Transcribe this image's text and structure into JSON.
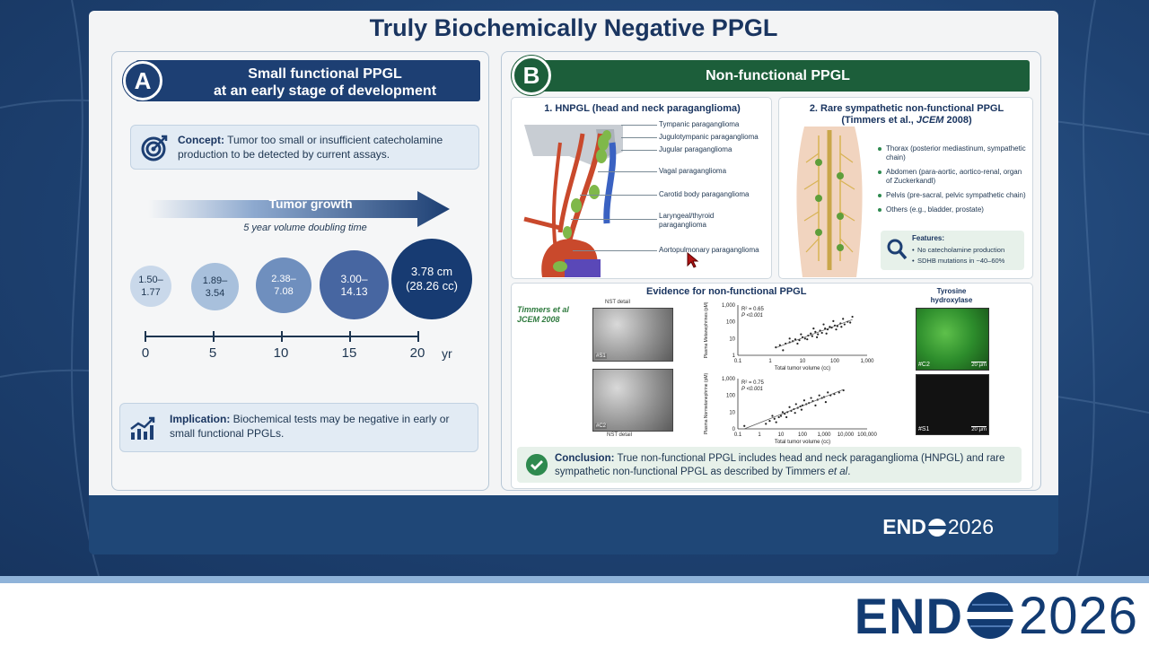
{
  "slide": {
    "title": "Truly Biochemically Negative PPGL",
    "logo_endo": "END",
    "logo_year": "2026"
  },
  "panel_a": {
    "letter": "A",
    "header_line1": "Small functional PPGL",
    "header_line2": "at an early stage of development",
    "concept_label": "Concept:",
    "concept_text": " Tumor too small or insufficient catecholamine production to be detected by current assays.",
    "growth_label": "Tumor growth",
    "doubling_label": "5 year volume doubling time",
    "bubbles": [
      {
        "line1": "1.50–",
        "line2": "1.77"
      },
      {
        "line1": "1.89–",
        "line2": "3.54"
      },
      {
        "line1": "2.38–",
        "line2": "7.08"
      },
      {
        "line1": "3.00–",
        "line2": "14.13"
      },
      {
        "line1": "3.78 cm",
        "line2": "(28.26 cc)"
      }
    ],
    "axis_ticks": [
      "0",
      "5",
      "10",
      "15",
      "20"
    ],
    "axis_unit": "yr",
    "implication_label": "Implication:",
    "implication_text": " Biochemical tests may be negative in early or small functional PPGLs."
  },
  "panel_b": {
    "letter": "B",
    "header": "Non-functional PPGL",
    "hnpgl": {
      "title": "1. HNPGL (head and neck paraganglioma)",
      "labels": [
        "Tympanic paraganglioma",
        "Jugulotympanic paraganglioma",
        "Jugular paraganglioma",
        "Vagal paraganglioma",
        "Carotid body paraganglioma",
        "Laryngeal/thyroid",
        "paraganglioma",
        "Aortopulmonary paraganglioma"
      ]
    },
    "sympathetic": {
      "title_line1": "2. Rare sympathetic non-functional PPGL",
      "title_line2_pre": "(Timmers et al., ",
      "title_line2_journal": "JCEM",
      "title_line2_post": " 2008)",
      "bullets": [
        "Thorax (posterior mediastinum, sympathetic chain)",
        "Abdomen (para-aortic, aortico-renal, organ of Zuckerkandl)",
        "Pelvis (pre-sacral, pelvic sympathetic chain)",
        "Others (e.g., bladder, prostate)"
      ],
      "features_title": "Features:",
      "features": [
        "No catecholamine production",
        "SDHB mutations in ~40–60%"
      ]
    },
    "evidence": {
      "title": "Evidence for non-functional PPGL",
      "ref_line1": "Timmers et al",
      "ref_line2": "JCEM 2008",
      "nst_top": "NST detail",
      "nst_bottom": "NST detail",
      "id_s1": "#S1",
      "id_c2": "#C2",
      "tyrosine_line1": "Tyrosine",
      "tyrosine_line2": "hydroxylase",
      "scale": "20 µm",
      "conclusion_label": "Conclusion:",
      "conclusion_text_1": " True non-functional PPGL includes head and neck paraganglioma (HNPGL) and rare sympathetic non-functional PPGL as described by Timmers ",
      "conclusion_text_italic": "et al",
      "conclusion_text_end": "."
    }
  },
  "chart_data": [
    {
      "type": "scatter",
      "title": "",
      "xlabel": "Total tumor volume (cc)",
      "ylabel": "Plasma Metanephrines (pM)",
      "x_scale": "log",
      "y_scale": "log",
      "xlim": [
        0.1,
        1000
      ],
      "ylim": [
        1,
        1000
      ],
      "x_ticks": [
        "0.1",
        "1",
        "10",
        "100",
        "1,000"
      ],
      "y_ticks": [
        "1,000",
        "100",
        "10",
        "1"
      ],
      "annotation_r2": "R² = 0.65",
      "annotation_p": "P <0.001",
      "points": [
        [
          1.5,
          3
        ],
        [
          2,
          4
        ],
        [
          3,
          5
        ],
        [
          4,
          6
        ],
        [
          5,
          7
        ],
        [
          6,
          9
        ],
        [
          8,
          8
        ],
        [
          10,
          12
        ],
        [
          12,
          10
        ],
        [
          15,
          15
        ],
        [
          18,
          20
        ],
        [
          20,
          14
        ],
        [
          25,
          25
        ],
        [
          30,
          18
        ],
        [
          35,
          30
        ],
        [
          40,
          22
        ],
        [
          50,
          40
        ],
        [
          60,
          35
        ],
        [
          70,
          50
        ],
        [
          80,
          45
        ],
        [
          100,
          60
        ],
        [
          120,
          55
        ],
        [
          150,
          80
        ],
        [
          200,
          70
        ],
        [
          250,
          100
        ],
        [
          300,
          90
        ],
        [
          2.5,
          2
        ],
        [
          7,
          5
        ],
        [
          14,
          9
        ],
        [
          28,
          12
        ],
        [
          55,
          20
        ],
        [
          110,
          35
        ],
        [
          160,
          50
        ],
        [
          4,
          10
        ],
        [
          9,
          18
        ],
        [
          22,
          40
        ],
        [
          45,
          70
        ],
        [
          90,
          110
        ],
        [
          180,
          150
        ],
        [
          350,
          200
        ]
      ]
    },
    {
      "type": "scatter",
      "title": "",
      "xlabel": "Total tumor volume (cc)",
      "ylabel": "Plasma Normetanephrine (pM)",
      "x_scale": "log",
      "y_scale": "log",
      "xlim": [
        0.1,
        100000
      ],
      "ylim": [
        1,
        1000
      ],
      "x_ticks": [
        "0.1",
        "1",
        "10",
        "100",
        "1,000",
        "10,000",
        "100,000"
      ],
      "y_ticks": [
        "1,000",
        "100",
        "10",
        "0"
      ],
      "annotation_r2": "R² = 0.75",
      "annotation_p": "P <0.001",
      "points": [
        [
          0.2,
          1.5
        ],
        [
          2,
          2
        ],
        [
          3,
          3
        ],
        [
          5,
          4
        ],
        [
          8,
          5
        ],
        [
          10,
          6
        ],
        [
          15,
          8
        ],
        [
          20,
          10
        ],
        [
          30,
          12
        ],
        [
          40,
          15
        ],
        [
          60,
          18
        ],
        [
          80,
          22
        ],
        [
          100,
          25
        ],
        [
          150,
          30
        ],
        [
          200,
          35
        ],
        [
          300,
          45
        ],
        [
          500,
          55
        ],
        [
          800,
          70
        ],
        [
          1000,
          80
        ],
        [
          2000,
          100
        ],
        [
          3000,
          120
        ],
        [
          5000,
          150
        ],
        [
          8000,
          200
        ],
        [
          4,
          6
        ],
        [
          12,
          10
        ],
        [
          25,
          20
        ],
        [
          50,
          30
        ],
        [
          120,
          50
        ],
        [
          250,
          70
        ],
        [
          600,
          100
        ],
        [
          1500,
          150
        ],
        [
          6,
          2.5
        ],
        [
          18,
          5
        ],
        [
          45,
          9
        ],
        [
          90,
          14
        ],
        [
          400,
          25
        ],
        [
          1200,
          40
        ]
      ]
    }
  ]
}
